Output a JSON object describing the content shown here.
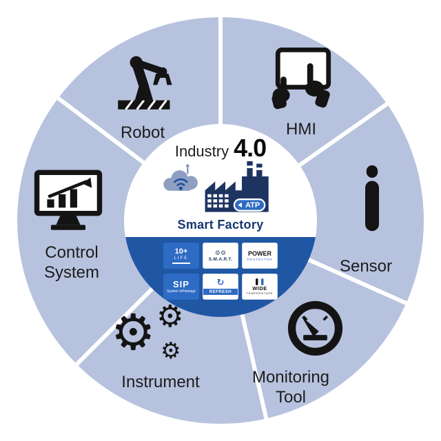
{
  "center": {
    "industry": "Industry",
    "version": "4.0",
    "subtitle": "Smart Factory",
    "atp": "ATP"
  },
  "segments": [
    {
      "id": "robot",
      "line1": "Robot"
    },
    {
      "id": "hmi",
      "line1": "HMI"
    },
    {
      "id": "sensor",
      "line1": "Sensor"
    },
    {
      "id": "monitoring-tool",
      "line1": "Monitoring",
      "line2": "Tool"
    },
    {
      "id": "instrument",
      "line1": "Instrument"
    },
    {
      "id": "control-system",
      "line1": "Control",
      "line2": "System"
    }
  ],
  "badges": {
    "life": {
      "line1": "10+",
      "line2": "LIFE"
    },
    "smart": {
      "label": "S.M.A.R.T."
    },
    "power": {
      "line1": "POWER",
      "line2": "PROTECTOR"
    },
    "sip": {
      "line1": "SIP",
      "line2": "System InPackage"
    },
    "refresh": {
      "label": "REFRESH"
    },
    "wide": {
      "line1": "WIDE",
      "line2": "TEMPERATURE"
    }
  },
  "icons": {
    "gear": "⚙",
    "refresh": "↻"
  },
  "colors": {
    "ring": "#b7c2de",
    "chord_blue": "#1f57a4",
    "badge_blue": "#2e6bc4",
    "factory_navy": "#1d3461"
  }
}
